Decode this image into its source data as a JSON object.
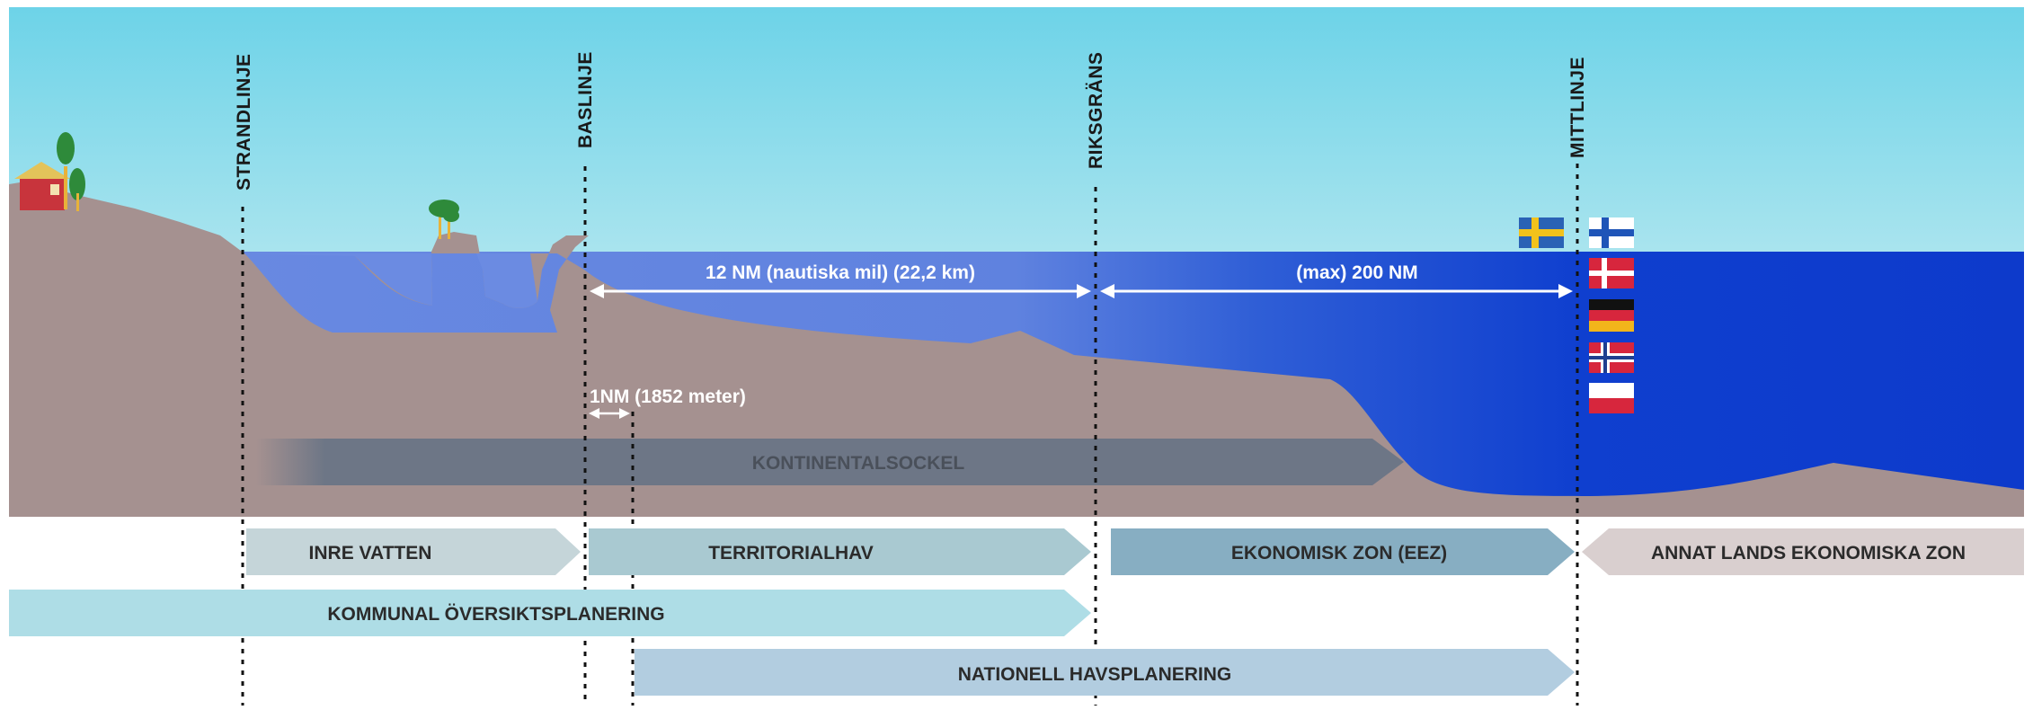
{
  "boundary_lines": {
    "strandlinje": "STRANDLINJE",
    "baslinje": "BASLINJE",
    "riksgrans": "RIKSGRÄNS",
    "mittlinje": "MITTLINJE"
  },
  "measurements": {
    "territorial_width": "12 NM (nautiska mil)  (22,2 km)",
    "eez_width": "(max) 200 NM",
    "nautical_mile": "1NM (1852 meter)"
  },
  "continental_shelf": "KONTINENTALSOCKEL",
  "zones": {
    "inre_vatten": "INRE VATTEN",
    "territorialhav": "TERRITORIALHAV",
    "ekonomisk_zon": "EKONOMISK ZON (EEZ)",
    "annat_lands_zon": "ANNAT LANDS EKONOMISKA ZON"
  },
  "planning": {
    "kommunal": "KOMMUNAL ÖVERSIKTSPLANERING",
    "nationell": "NATIONELL HAVSPLANERING"
  },
  "flags": [
    "sweden-flag",
    "finland-flag",
    "denmark-flag",
    "germany-flag",
    "norway-flag",
    "poland-flag"
  ],
  "colors": {
    "sky_top": "#6dd3e8",
    "sky_bottom": "#a9e4ee",
    "sea_shallow": "#6b8be2",
    "sea_deep": "#0d3acb",
    "land": "#a59190",
    "shelf_arrow": "#6d7686",
    "zone_inre": "#c5d5d9",
    "zone_territorial": "#a9c9d1",
    "zone_eez": "#87aec2",
    "zone_other": "#d9cfcf",
    "kommunal": "#aedde6",
    "nationell": "#b2cde0"
  }
}
